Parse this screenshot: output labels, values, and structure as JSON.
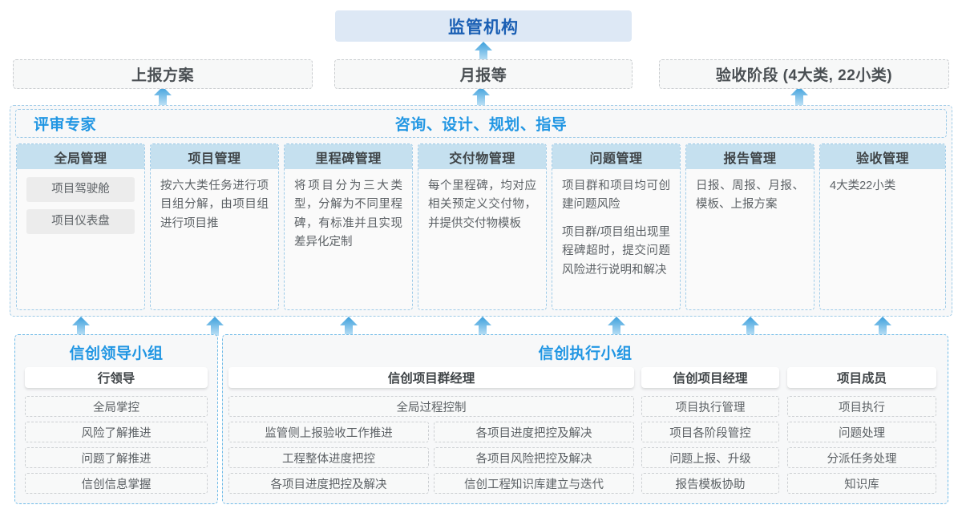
{
  "top": {
    "regulator": "监管机构",
    "reports": [
      {
        "label": "上报方案"
      },
      {
        "label": "月报等"
      },
      {
        "label": "验收阶段 (4大类, 22小类)"
      }
    ]
  },
  "middle": {
    "header_left": "评审专家",
    "header_center": "咨询、设计、规划、指导",
    "columns": [
      {
        "title": "全局管理",
        "pills": [
          "项目驾驶舱",
          "项目仪表盘"
        ],
        "paragraphs": []
      },
      {
        "title": "项目管理",
        "pills": [],
        "paragraphs": [
          "按六大类任务进行项目组分解，由项目组进行项目推"
        ]
      },
      {
        "title": "里程碑管理",
        "pills": [],
        "paragraphs": [
          "将项目分为三大类型，分解为不同里程碑，有标准并且实现差异化定制"
        ]
      },
      {
        "title": "交付物管理",
        "pills": [],
        "paragraphs": [
          "每个里程碑，均对应相关预定义交付物，并提供交付物模板"
        ]
      },
      {
        "title": "问题管理",
        "pills": [],
        "paragraphs": [
          "项目群和项目均可创建问题风险",
          "项目群/项目组出现里程碑超时，提交问题风险进行说明和解决"
        ]
      },
      {
        "title": "报告管理",
        "pills": [],
        "paragraphs": [
          "日报、周报、月报、模板、上报方案"
        ]
      },
      {
        "title": "验收管理",
        "pills": [],
        "paragraphs": [
          "4大类22小类"
        ]
      }
    ]
  },
  "bottom": {
    "leader_group": {
      "title": "信创领导小组",
      "role": "行领导",
      "tasks": [
        "全局掌控",
        "风险了解推进",
        "问题了解推进",
        "信创信息掌握"
      ]
    },
    "exec_group": {
      "title": "信创执行小组",
      "program_manager": {
        "role": "信创项目群经理",
        "wide_task": "全局过程控制",
        "tasks_left": [
          "监管侧上报验收工作推进",
          "工程整体进度把控",
          "各项目进度把控及解决"
        ],
        "tasks_right": [
          "各项目进度把控及解决",
          "各项目风险把控及解决",
          "信创工程知识库建立与迭代"
        ]
      },
      "project_manager": {
        "role": "信创项目经理",
        "tasks": [
          "项目执行管理",
          "项目各阶段管控",
          "问题上报、升级",
          "报告模板协助"
        ]
      },
      "members": {
        "role": "项目成员",
        "tasks": [
          "项目执行",
          "问题处理",
          "分派任务处理",
          "知识库"
        ]
      }
    }
  },
  "colors": {
    "accent": "#2196e3",
    "regulator_bg": "#dde8f5",
    "regulator_text": "#1a5fb4",
    "col_head_bg": "#c5e0ef",
    "arrow": "#4aa8e0"
  },
  "arrows": {
    "to_regulator_count": 3,
    "to_columns_count": 7
  }
}
